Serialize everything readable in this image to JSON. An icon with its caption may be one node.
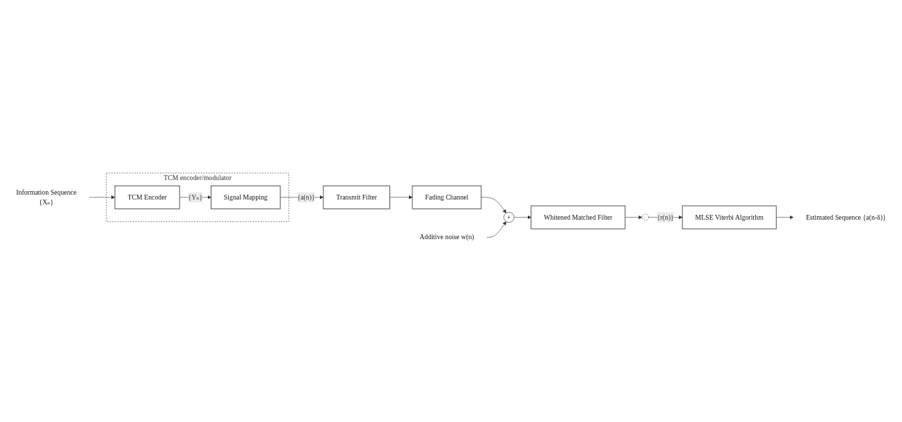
{
  "diagram": {
    "nodes": [
      {
        "text": [
          "Additive noise w(n)"
        ]
      },
      {
        "text": [
          "TCM encoder/modulator"
        ]
      },
      {
        "text": [
          "Information Sequence",
          "{Xₙ}"
        ]
      },
      {
        "text": [
          "TCM Encoder"
        ],
        "in": 1
      },
      {
        "text": [
          "Signal Mapping"
        ],
        "in": 1
      },
      {
        "text": [
          "Transmit Filter"
        ]
      },
      {
        "text": [
          "Fading Channel"
        ]
      },
      {
        "text": [
          "+"
        ]
      },
      {
        "text": [
          "Estimated Sequence {a(n-δ)}"
        ]
      },
      {
        "text": [
          "MLSE Viterbi Algorithm"
        ]
      },
      {
        "text": [],
        "shape": "switch"
      },
      {
        "text": [
          "Whitened Matched Filter"
        ]
      }
    ],
    "edges": [
      {
        "from": 2,
        "to": 3,
        "arrow": "to"
      },
      {
        "from": 3,
        "to": 4,
        "arrow": "to",
        "label": "{Yₙ}"
      },
      {
        "from": 4,
        "to": 5,
        "arrow": "to",
        "label": "{a(n)}"
      },
      {
        "from": 5,
        "to": 6,
        "arrow": "to"
      },
      {
        "from": 6,
        "to": 7,
        "arrow": "to"
      },
      {
        "from": 0,
        "to": 7,
        "arrow": "to"
      },
      {
        "from": 7,
        "to": 11,
        "arrow": "to"
      },
      {
        "from": 11,
        "to": 10,
        "arrow": "to"
      },
      {
        "from": 10,
        "to": 9,
        "arrow": "to",
        "label": "{r(n)}"
      },
      {
        "from": 9,
        "to": 8,
        "arrow": "to"
      }
    ]
  }
}
